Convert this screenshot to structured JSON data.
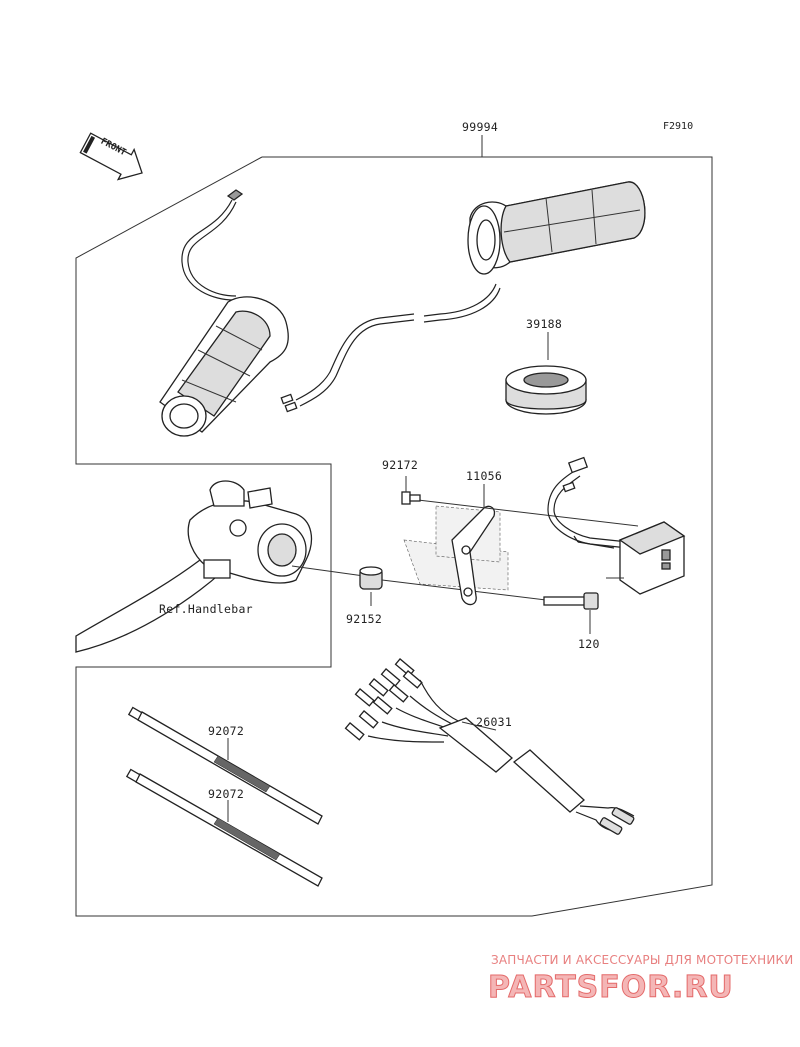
{
  "figure_code": "F2910",
  "front_label": "FRONT",
  "parts": {
    "grip_heater_set": "99994",
    "spacer_ring": "39188",
    "bolt_small": "92172",
    "bracket": "11056",
    "collar": "92152",
    "bolt_long": "120",
    "wire_harness": "26031",
    "tie_band_1": "92072",
    "tie_band_2": "92072"
  },
  "reference_label": "Ref.Handlebar",
  "watermark": {
    "tagline": "ЗАПЧАСТИ И АКСЕССУАРЫ ДЛЯ МОТОТЕХНИКИ",
    "logo": "PARTSFOR.RU"
  }
}
